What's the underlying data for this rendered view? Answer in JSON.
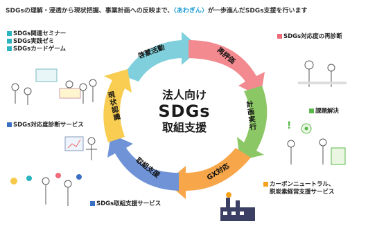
{
  "headline": {
    "prefix": "SDGsの理解・浸透から現状把握、事業計画への反映まで、",
    "brand": "〈あわぎん〉",
    "suffix": "が一歩進んだSDGs支援を行います"
  },
  "center": {
    "line1": "法人向け",
    "line2": "SDGs",
    "line3": "取組支援"
  },
  "cycle_steps": [
    "啓蒙活動",
    "再評価",
    "計画実行",
    "GX対応",
    "取組支援",
    "現状認識"
  ],
  "services": {
    "top_left": [
      "SDGs関連セミナー",
      "SDGs実践ゼミ",
      "SDGsカードゲーム"
    ],
    "mid_left": "SDGs対応度診断サービス",
    "bottom_left": "SDGs取組支援サービス",
    "top_right": "SDGs対応度の再診断",
    "mid_right": "課題解決",
    "bottom_right": [
      "カーボンニュートラル、",
      "脱炭素経営支援サービス"
    ]
  },
  "colors": {
    "teal": "#2bb3c0",
    "blue": "#3a6fc4",
    "pink": "#ef6b7a",
    "green": "#5ab84a",
    "orange": "#f5a21d",
    "arrow_teal": "#7fd0dc",
    "arrow_pink": "#f28a8f",
    "arrow_green": "#8cc765",
    "arrow_orange": "#f7a64a",
    "arrow_blue": "#6f93d6",
    "arrow_yellow": "#f8cd52"
  }
}
